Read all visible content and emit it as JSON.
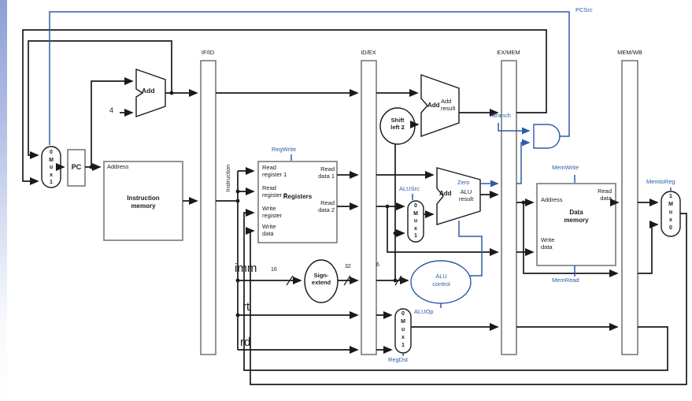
{
  "signals": {
    "pcsrc": "PCSrc",
    "branch": "Branch",
    "zero": "Zero",
    "regwrite": "RegWrite",
    "alusrc": "ALUSrc",
    "memwrite": "MemWrite",
    "memread": "MemRead",
    "memtoreg": "MemtoReg",
    "aluop": "ALUOp",
    "regdst": "RegDst"
  },
  "stages": {
    "ifid": "IF/ID",
    "idex": "ID/EX",
    "exmem": "EX/MEM",
    "memwb": "MEM/WB"
  },
  "pc": {
    "label": "PC"
  },
  "muxes": {
    "pc_mux": "0\nM\nu\nx\n1",
    "alusrc_mux": "0\nM\nu\nx\n1",
    "regdst_mux": "0\nM\nu\nx\n1",
    "memtoreg_mux": "1\nM\nu\nx\n0"
  },
  "adders": {
    "pc_add": "Add",
    "branch_add": "Add",
    "branch_add_out": "Add\nresult"
  },
  "alu": {
    "op": "Add",
    "result": "ALU\nresult"
  },
  "units": {
    "shift": "Shift\nleft 2",
    "sign_extend": "Sign-\nextend",
    "alu_control": "ALU\ncontrol"
  },
  "instruction_memory": {
    "title": "Instruction\nmemory",
    "address": "Address"
  },
  "registers": {
    "title": "Registers",
    "read_reg1": "Read\nregister 1",
    "read_reg2": "Read\nregister 2",
    "write_reg": "Write\nregister",
    "write_data": "Write\ndata",
    "read_data1": "Read\ndata 1",
    "read_data2": "Read\ndata 2"
  },
  "data_memory": {
    "title": "Data\nmemory",
    "address": "Address",
    "write_data": "Write\ndata",
    "read_data": "Read\ndata"
  },
  "fields": {
    "instruction": "Instruction",
    "imm": "imm",
    "rt": "rt",
    "rd": "rd"
  },
  "widths": {
    "w16": "16",
    "w32": "32",
    "w6": "6",
    "const4": "4"
  },
  "colors": {
    "control_blue": "#2b5ca8",
    "wire_black": "#1a1a1a",
    "box_gray": "#7a7a7a"
  }
}
